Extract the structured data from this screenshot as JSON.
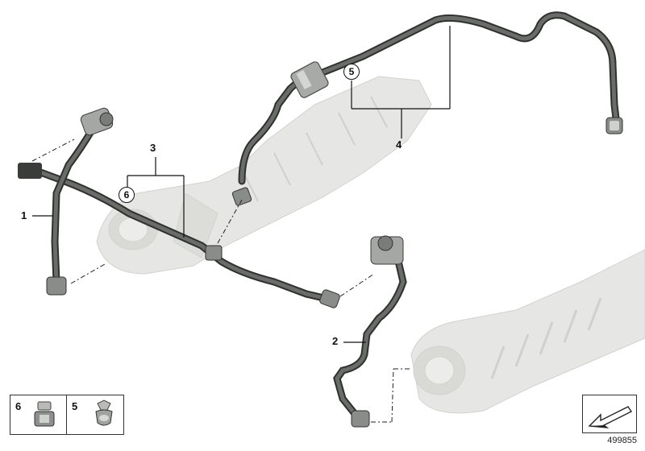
{
  "callouts": {
    "part1": "1",
    "part2": "2",
    "part3": "3",
    "part4": "4",
    "part5": "5",
    "part6": "6"
  },
  "legend": [
    {
      "number": "6",
      "icon": "clip-icon"
    },
    {
      "number": "5",
      "icon": "clamp-icon"
    }
  ],
  "diagram_id": "499855",
  "colors": {
    "hose": "#5c5e5c",
    "hose_dark": "#2e302e",
    "manifold": "#e4e4e2",
    "manifold_edge": "#cfcfcc"
  }
}
